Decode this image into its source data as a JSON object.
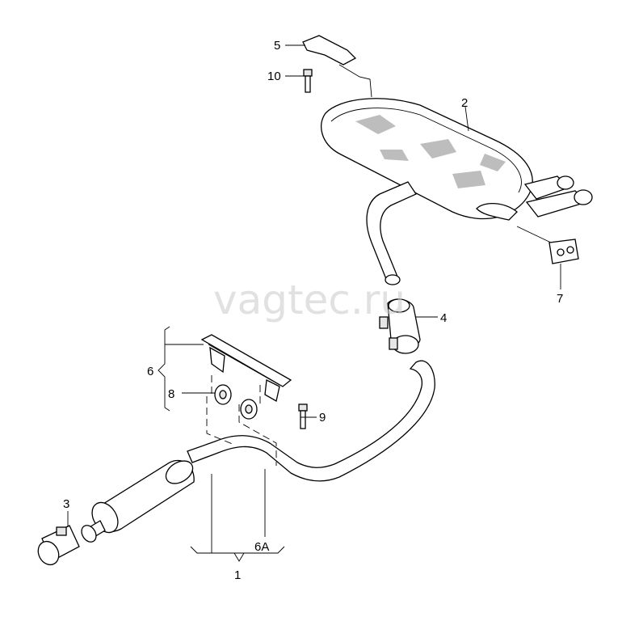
{
  "watermark": "vagtec.ru",
  "callouts": {
    "c1": "1",
    "c2": "2",
    "c3": "3",
    "c4": "4",
    "c5": "5",
    "c6": "6",
    "c6a": "6A",
    "c7": "7",
    "c8": "8",
    "c9": "9",
    "c10": "10"
  }
}
